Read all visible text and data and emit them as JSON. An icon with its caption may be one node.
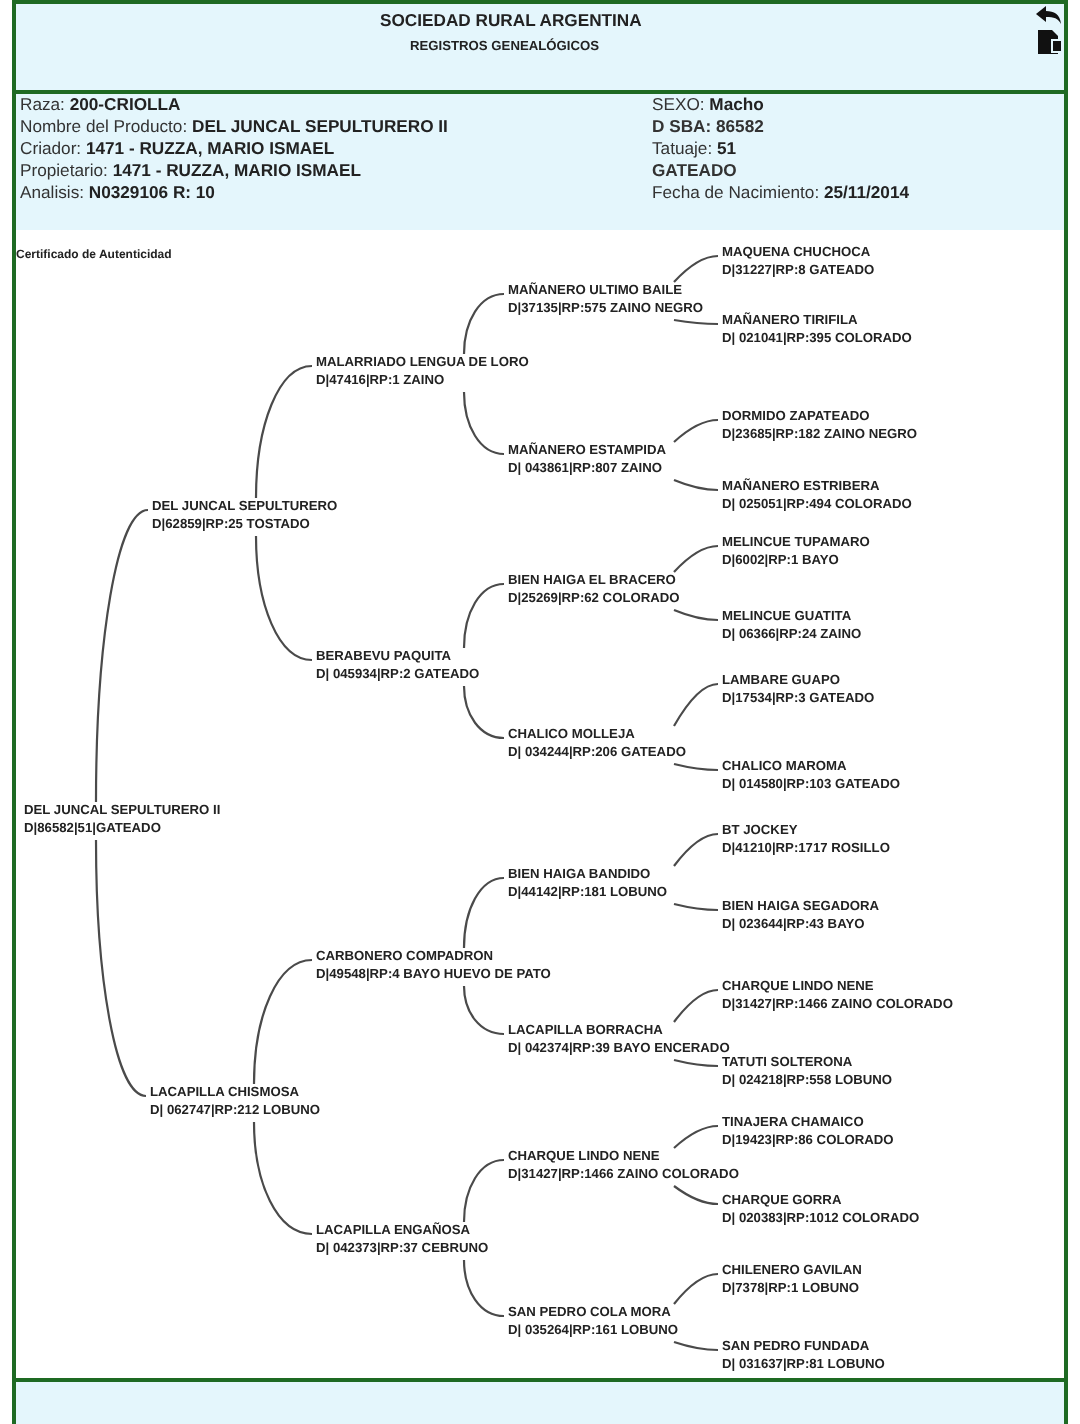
{
  "diagram": {
    "title": "SOCIEDAD RURAL ARGENTINA",
    "nodes": [
      {
        "text": [
          "MAQUENA CHUCHOCA",
          "D|31227|RP:8 GATEADO"
        ]
      },
      {
        "text": [
          "MAÑANERO ULTIMO BAILE",
          "D|37135|RP:575 ZAINO NEGRO"
        ]
      },
      {
        "text": [
          "MAÑANERO TIRIFILA",
          "D| 021041|RP:395 COLORADO"
        ]
      },
      {
        "text": [
          "MALARRIADO LENGUA DE LORO",
          "D|47416|RP:1 ZAINO"
        ]
      },
      {
        "text": [
          "DORMIDO ZAPATEADO",
          "D|23685|RP:182 ZAINO NEGRO"
        ]
      },
      {
        "text": [
          "MAÑANERO ESTAMPIDA",
          "D| 043861|RP:807 ZAINO"
        ]
      },
      {
        "text": [
          "MAÑANERO ESTRIBERA",
          "D| 025051|RP:494 COLORADO"
        ]
      },
      {
        "text": [
          "DEL JUNCAL SEPULTURERO",
          "D|62859|RP:25 TOSTADO"
        ]
      },
      {
        "text": [
          "MELINCUE TUPAMARO",
          "D|6002|RP:1 BAYO"
        ]
      },
      {
        "text": [
          "BIEN HAIGA EL BRACERO",
          "D|25269|RP:62 COLORADO"
        ]
      },
      {
        "text": [
          "MELINCUE GUATITA",
          "D| 06366|RP:24 ZAINO"
        ]
      },
      {
        "text": [
          "BERABEVU PAQUITA",
          "D| 045934|RP:2 GATEADO"
        ]
      },
      {
        "text": [
          "LAMBARE GUAPO",
          "D|17534|RP:3 GATEADO"
        ]
      },
      {
        "text": [
          "CHALICO MOLLEJA",
          "D| 034244|RP:206 GATEADO"
        ]
      },
      {
        "text": [
          "CHALICO MAROMA",
          "D| 014580|RP:103 GATEADO"
        ]
      },
      {
        "text": [
          "DEL JUNCAL SEPULTURERO II",
          "D|86582|51|GATEADO"
        ]
      },
      {
        "text": [
          "BT JOCKEY",
          "D|41210|RP:1717 ROSILLO"
        ]
      },
      {
        "text": [
          "BIEN HAIGA BANDIDO",
          "D|44142|RP:181 LOBUNO"
        ]
      },
      {
        "text": [
          "BIEN HAIGA SEGADORA",
          "D| 023644|RP:43 BAYO"
        ]
      },
      {
        "text": [
          "CARBONERO COMPADRON",
          "D|49548|RP:4 BAYO HUEVO DE PATO"
        ]
      },
      {
        "text": [
          "CHARQUE LINDO NENE",
          "D|31427|RP:1466 ZAINO COLORADO"
        ]
      },
      {
        "text": [
          "LACAPILLA BORRACHA",
          "D| 042374|RP:39 BAYO ENCERADO"
        ]
      },
      {
        "text": [
          "TATUTI SOLTERONA",
          "D| 024218|RP:558 LOBUNO"
        ]
      },
      {
        "text": [
          "LACAPILLA CHISMOSA",
          "D| 062747|RP:212 LOBUNO"
        ]
      },
      {
        "text": [
          "TINAJERA CHAMAICO",
          "D|19423|RP:86 COLORADO"
        ]
      },
      {
        "text": [
          "CHARQUE LINDO NENE",
          "D|31427|RP:1466 ZAINO COLORADO"
        ]
      },
      {
        "text": [
          "CHARQUE GORRA",
          "D| 020383|RP:1012 COLORADO"
        ]
      },
      {
        "text": [
          "LACAPILLA ENGAÑOSA",
          "D| 042373|RP:37 CEBRUNO"
        ]
      },
      {
        "text": [
          "CHILENERO GAVILAN",
          "D|7378|RP:1 LOBUNO"
        ]
      },
      {
        "text": [
          "SAN PEDRO COLA MORA",
          "D| 035264|RP:161 LOBUNO"
        ]
      },
      {
        "text": [
          "SAN PEDRO FUNDADA",
          "D| 031637|RP:81 LOBUNO"
        ]
      }
    ],
    "edges": [
      {
        "from": 15,
        "to": 7,
        "arrow": "none"
      },
      {
        "from": 15,
        "to": 23,
        "arrow": "none"
      },
      {
        "from": 7,
        "to": 3,
        "arrow": "none"
      },
      {
        "from": 7,
        "to": 11,
        "arrow": "none"
      },
      {
        "from": 23,
        "to": 19,
        "arrow": "none"
      },
      {
        "from": 23,
        "to": 27,
        "arrow": "none"
      },
      {
        "from": 3,
        "to": 1,
        "arrow": "none"
      },
      {
        "from": 3,
        "to": 5,
        "arrow": "none"
      },
      {
        "from": 11,
        "to": 9,
        "arrow": "none"
      },
      {
        "from": 11,
        "to": 13,
        "arrow": "none"
      },
      {
        "from": 19,
        "to": 17,
        "arrow": "none"
      },
      {
        "from": 19,
        "to": 21,
        "arrow": "none"
      },
      {
        "from": 27,
        "to": 25,
        "arrow": "none"
      },
      {
        "from": 27,
        "to": 29,
        "arrow": "none"
      },
      {
        "from": 1,
        "to": 0,
        "arrow": "none"
      },
      {
        "from": 1,
        "to": 2,
        "arrow": "none"
      },
      {
        "from": 5,
        "to": 4,
        "arrow": "none"
      },
      {
        "from": 5,
        "to": 6,
        "arrow": "none"
      },
      {
        "from": 9,
        "to": 8,
        "arrow": "none"
      },
      {
        "from": 9,
        "to": 10,
        "arrow": "none"
      },
      {
        "from": 13,
        "to": 12,
        "arrow": "none"
      },
      {
        "from": 13,
        "to": 14,
        "arrow": "none"
      },
      {
        "from": 17,
        "to": 16,
        "arrow": "none"
      },
      {
        "from": 17,
        "to": 18,
        "arrow": "none"
      },
      {
        "from": 21,
        "to": 20,
        "arrow": "none"
      },
      {
        "from": 21,
        "to": 22,
        "arrow": "none"
      },
      {
        "from": 25,
        "to": 24,
        "arrow": "none"
      },
      {
        "from": 25,
        "to": 26,
        "arrow": "none"
      },
      {
        "from": 29,
        "to": 28,
        "arrow": "none"
      },
      {
        "from": 29,
        "to": 30,
        "arrow": "none"
      }
    ],
    "labels": [
      "REGISTROS GENEALÓGICOS",
      "Raza: **200-CRIOLLA**",
      "SEXO: **Macho**",
      "Nombre del Producto: **DEL JUNCAL SEPULTURERO II**",
      "D SBA: 86582",
      "Criador: **1471 - RUZZA, MARIO ISMAEL**",
      "Tatuaje: **51**",
      "Propietario: **1471 - RUZZA, MARIO ISMAEL**",
      "GATEADO",
      "Analisis: **N0329106 R: 10**",
      "Fecha de Nacimiento: **25/11/2014**",
      "Certificado de Autenticidad"
    ]
  }
}
